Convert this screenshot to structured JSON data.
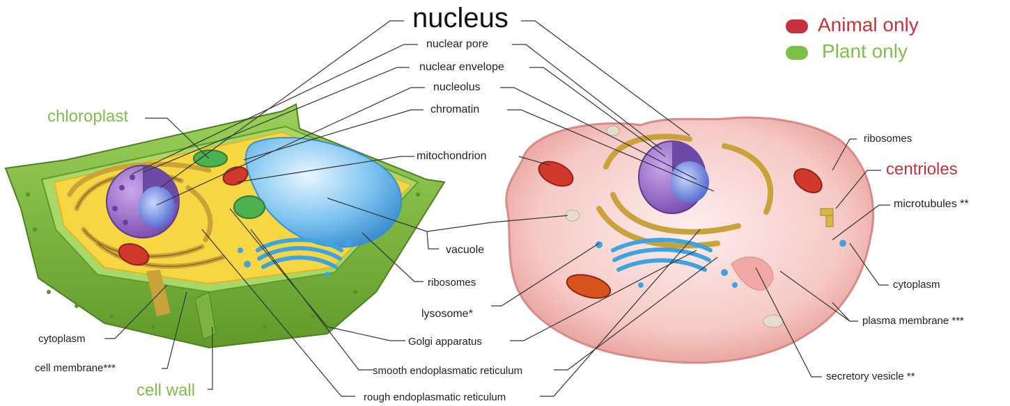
{
  "legend": {
    "animal": {
      "label": "Animal only",
      "color": "#c8313c"
    },
    "plant": {
      "label": "Plant only",
      "color": "#7cc04a"
    }
  },
  "labels": {
    "nucleus": "nucleus",
    "nuclear_pore": "nuclear pore",
    "nuclear_envelope": "nuclear envelope",
    "nucleolus": "nucleolus",
    "chromatin": "chromatin",
    "mitochondrion": "mitochondrion",
    "chloroplast": "chloroplast",
    "vacuole": "vacuole",
    "ribosomes_plant": "ribosomes",
    "lysosome": "lysosome*",
    "golgi": "Golgi apparatus",
    "smooth_er": "smooth endoplasmatic reticulum",
    "rough_er": "rough endoplasmatic reticulum",
    "cytoplasm_plant": "cytoplasm",
    "cell_membrane": "cell membrane***",
    "cell_wall": "cell wall",
    "ribosomes_animal": "ribosomes",
    "centrioles": "centrioles",
    "microtubules": "microtubules **",
    "cytoplasm_animal": "cytoplasm",
    "plasma_membrane": "plasma membrane ***",
    "secretory_vesicle": "secretory vesicle **"
  },
  "colors": {
    "plant_wall": "#7cb342",
    "plant_cytoplasm": "#f6d743",
    "vacuole": "#5fb0e8",
    "nucleus_purple": "#9b6bc9",
    "golgi_blue": "#3fa3e0",
    "er_gold": "#c9a23a",
    "mito_red": "#d0392b",
    "chloroplast_green": "#4caf50",
    "animal_membrane": "#f2a9a6",
    "animal_cytoplasm": "#f9d6d2"
  }
}
